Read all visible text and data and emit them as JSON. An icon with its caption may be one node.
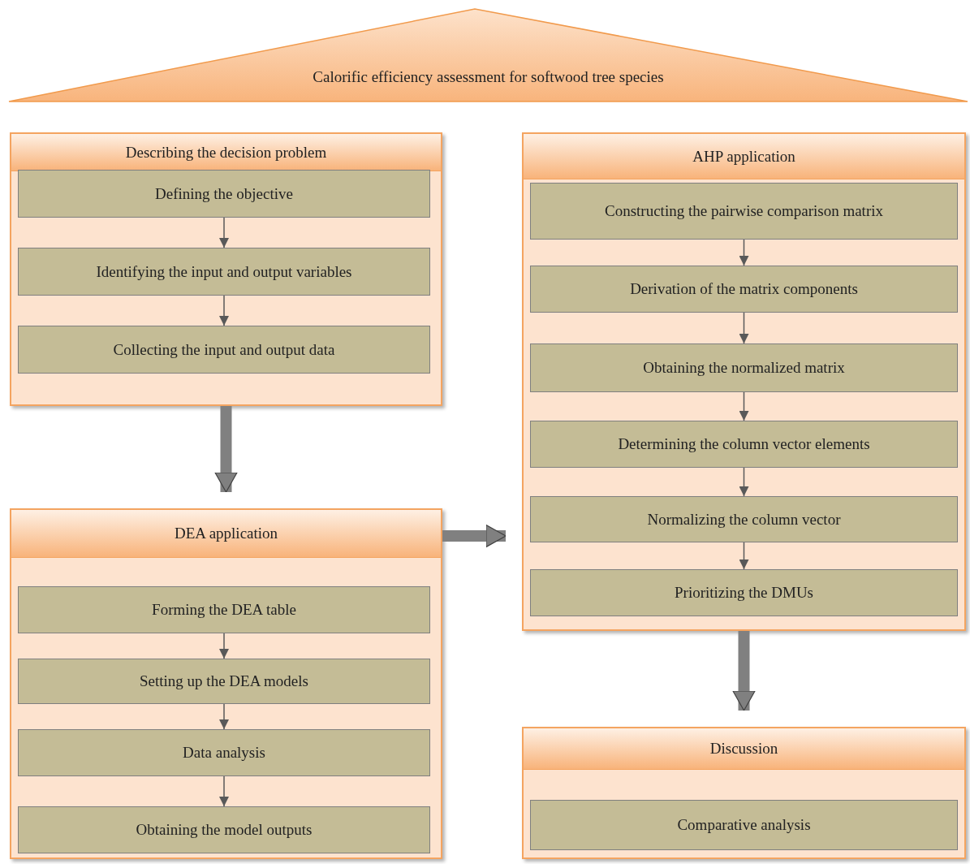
{
  "diagram": {
    "nodes": [
      {
        "text": [
          "Calorific efficiency assessment for softwood tree species"
        ]
      },
      {
        "text": [
          "Describing the decision problem"
        ]
      },
      {
        "text": [
          "Defining the objective"
        ],
        "in": 1
      },
      {
        "text": [
          "Identifying the input and output variables"
        ],
        "in": 1
      },
      {
        "text": [
          "Collecting the input and output data"
        ],
        "in": 1
      },
      {
        "text": [
          "DEA application"
        ]
      },
      {
        "text": [
          "Forming the DEA table"
        ],
        "in": 5
      },
      {
        "text": [
          "Setting up the DEA models"
        ],
        "in": 5
      },
      {
        "text": [
          "Data analysis"
        ],
        "in": 5
      },
      {
        "text": [
          "Obtaining the model outputs"
        ],
        "in": 5
      },
      {
        "text": [
          "AHP application"
        ]
      },
      {
        "text": [
          "Constructing the pairwise comparison matrix"
        ],
        "in": 10
      },
      {
        "text": [
          "Derivation of the matrix components"
        ],
        "in": 10
      },
      {
        "text": [
          "Obtaining the normalized matrix"
        ],
        "in": 10
      },
      {
        "text": [
          "Determining the column vector elements"
        ],
        "in": 10
      },
      {
        "text": [
          "Normalizing the column vector"
        ],
        "in": 10
      },
      {
        "text": [
          "Prioritizing the DMUs"
        ],
        "in": 10
      },
      {
        "text": [
          "Discussion"
        ]
      },
      {
        "text": [
          "Comparative analysis"
        ],
        "in": 17
      }
    ],
    "edges": [
      {
        "from": 2,
        "to": 3,
        "arrow": "to"
      },
      {
        "from": 3,
        "to": 4,
        "arrow": "to"
      },
      {
        "from": 1,
        "to": 5,
        "arrow": "to",
        "style": "thick",
        "color": "#808080"
      },
      {
        "from": 6,
        "to": 7,
        "arrow": "to"
      },
      {
        "from": 7,
        "to": 8,
        "arrow": "to"
      },
      {
        "from": 8,
        "to": 9,
        "arrow": "to"
      },
      {
        "from": 5,
        "to": 10,
        "arrow": "to",
        "style": "thick",
        "color": "#808080"
      },
      {
        "from": 11,
        "to": 12,
        "arrow": "to"
      },
      {
        "from": 12,
        "to": 13,
        "arrow": "to"
      },
      {
        "from": 13,
        "to": 14,
        "arrow": "to"
      },
      {
        "from": 14,
        "to": 15,
        "arrow": "to"
      },
      {
        "from": 15,
        "to": 16,
        "arrow": "to"
      },
      {
        "from": 10,
        "to": 17,
        "arrow": "to",
        "style": "thick",
        "color": "#808080"
      }
    ]
  }
}
